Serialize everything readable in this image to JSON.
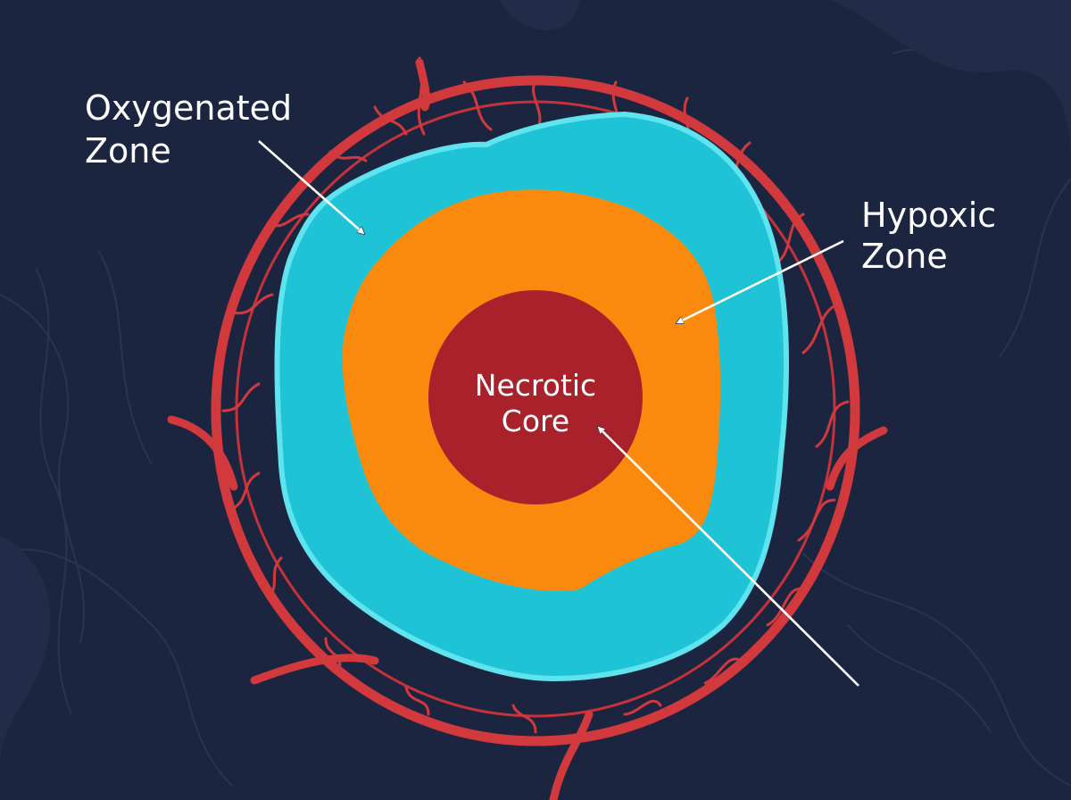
{
  "colors": {
    "background": "#1c2540",
    "vessel": "#d2393d",
    "oxygenated_zone": "#1fc3d6",
    "hypoxic_zone": "#fa8a0d",
    "necrotic_core": "#a9222b",
    "label_text": "#ffffff",
    "arrow": "#ffffff"
  },
  "labels": {
    "oxygenated_line1": "Oxygenated",
    "oxygenated_line2": "Zone",
    "hypoxic_line1": "Hypoxic",
    "hypoxic_line2": "Zone",
    "necrotic_line1": "Necrotic",
    "necrotic_line2": "Core"
  },
  "icons": {
    "arrow_head": "arrowhead-icon"
  }
}
